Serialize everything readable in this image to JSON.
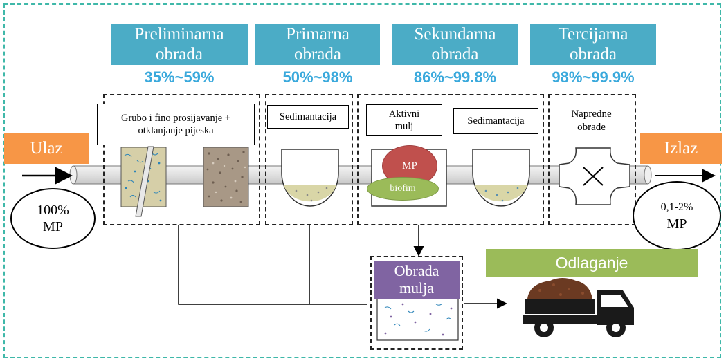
{
  "stages": [
    {
      "title_l1": "Preliminarna",
      "title_l2": "obrada",
      "percent": "35%~59%"
    },
    {
      "title_l1": "Primarna",
      "title_l2": "obrada",
      "percent": "50%~98%"
    },
    {
      "title_l1": "Sekundarna",
      "title_l2": "obrada",
      "percent": "86%~99.8%"
    },
    {
      "title_l1": "Tercijarna",
      "title_l2": "obrada",
      "percent": "98%~99.9%"
    }
  ],
  "process_labels": {
    "screening_l1": "Grubo i fino prosijavanje +",
    "screening_l2": "otklanjanje pijeska",
    "sedimentation_primary": "Sedimantacija",
    "activated_sludge_l1": "Aktivni",
    "activated_sludge_l2": "mulj",
    "sedimentation_secondary": "Sedimantacija",
    "advanced_l1": "Napredne",
    "advanced_l2": "obrade"
  },
  "inlet": {
    "label": "Ulaz",
    "mp_l1": "100%",
    "mp_l2": "MP"
  },
  "outlet": {
    "label": "Izlaz",
    "mp_l1": "0,1-2%",
    "mp_l2": "MP"
  },
  "bubbles": {
    "mp": "MP",
    "biofilm": "biofim"
  },
  "sludge": {
    "title_l1": "Obrada",
    "title_l2": "mulja"
  },
  "disposal": {
    "label": "Odlaganje"
  },
  "colors": {
    "stage": "#4bacc6",
    "percent": "#3aa9dc",
    "io": "#f79646",
    "sludge": "#8064a2",
    "disposal": "#9bbb59",
    "mp_red": "#c0504d",
    "biofilm_green": "#9bbb59",
    "frame": "#3fb8a9"
  }
}
